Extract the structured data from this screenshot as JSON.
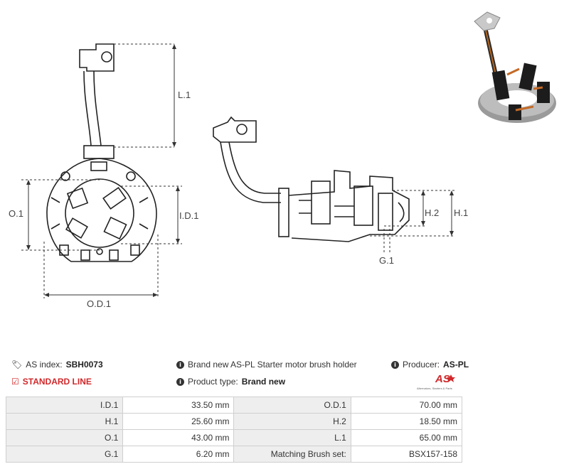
{
  "dimension_labels": {
    "l1": "L.1",
    "o1": "O.1",
    "id1": "I.D.1",
    "od1": "O.D.1",
    "h1": "H.1",
    "h2": "H.2",
    "g1": "G.1"
  },
  "info": {
    "as_index_label": "AS index:",
    "as_index_value": "SBH0073",
    "line": "STANDARD LINE",
    "description": "Brand new AS-PL Starter motor brush holder",
    "product_type_label": "Product type:",
    "product_type_value": "Brand new",
    "producer_label": "Producer:",
    "producer_value": "AS-PL",
    "logo_text": "AS",
    "logo_tagline": "Alternators, Starters & Parts"
  },
  "specs": [
    {
      "label1": "I.D.1",
      "value1": "33.50 mm",
      "label2": "O.D.1",
      "value2": "70.00 mm"
    },
    {
      "label1": "H.1",
      "value1": "25.60 mm",
      "label2": "H.2",
      "value2": "18.50 mm"
    },
    {
      "label1": "O.1",
      "value1": "43.00 mm",
      "label2": "L.1",
      "value2": "65.00 mm"
    },
    {
      "label1": "G.1",
      "value1": "6.20 mm",
      "label2": "Matching Brush set:",
      "value2": "BSX157-158"
    }
  ]
}
